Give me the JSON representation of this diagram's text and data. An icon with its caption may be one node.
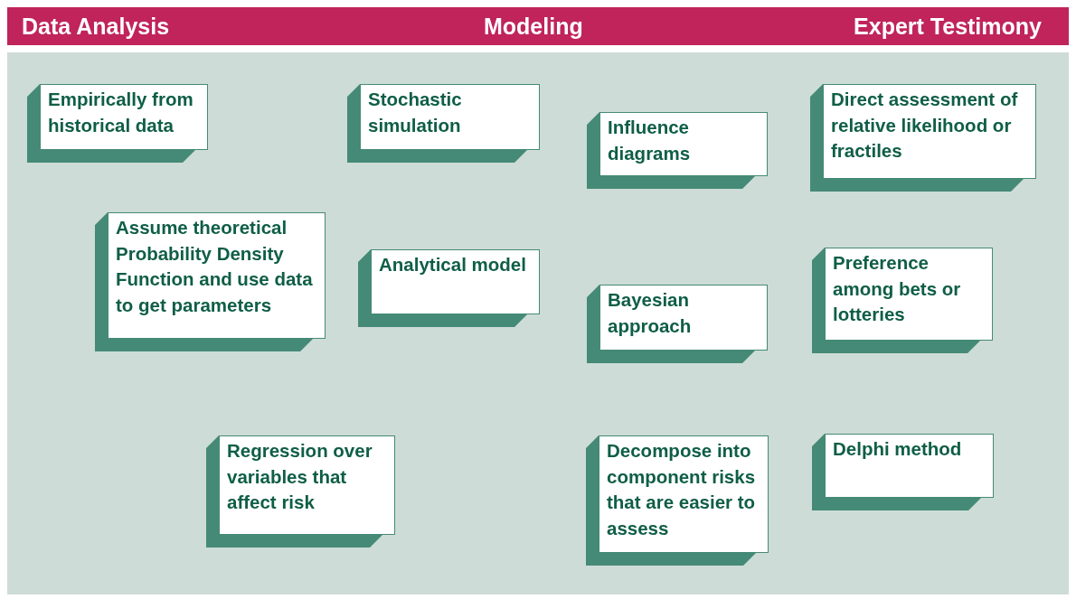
{
  "diagram": {
    "nodes": [
      {
        "text": [
          "Empirically from historical data"
        ]
      },
      {
        "text": [
          "Stochastic simulation"
        ]
      },
      {
        "text": [
          "Influence diagrams"
        ]
      },
      {
        "text": [
          "Direct assessment of relative likelihood or fractiles"
        ]
      },
      {
        "text": [
          "Assume theoretical Probability Density Function and use data to get parameters"
        ]
      },
      {
        "text": [
          "Analytical model"
        ]
      },
      {
        "text": [
          "Bayesian approach"
        ]
      },
      {
        "text": [
          "Preference among bets or lotteries"
        ]
      },
      {
        "text": [
          "Regression over variables that affect risk"
        ]
      },
      {
        "text": [
          "Decompose into component risks that are easier to assess"
        ]
      },
      {
        "text": [
          "Delphi method"
        ]
      }
    ],
    "labels": [
      "Data Analysis",
      "Modeling",
      "Expert Testimony"
    ]
  }
}
